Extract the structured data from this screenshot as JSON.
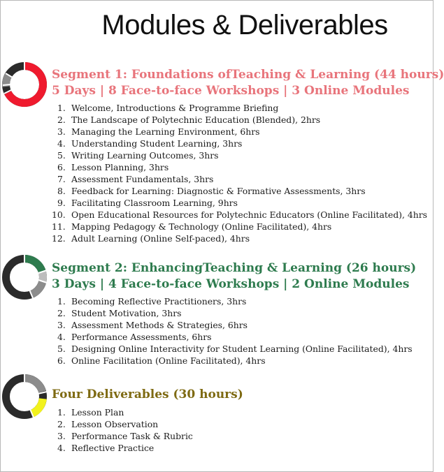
{
  "page_title": "Modules & Deliverables",
  "colors": {
    "segment1": "#e8747b",
    "segment2": "#2e7b4e",
    "deliverables": "#7e6a12",
    "donut_dark": "#2b2b2b",
    "donut_gray": "#8c8c8c",
    "donut_light": "#bdbdbd",
    "donut_red": "#ef1a2e",
    "donut_green": "#2e7b4e",
    "donut_yellow": "#f2f21d"
  },
  "segment1": {
    "heading_line1": "Segment 1: Foundations ofTeaching & Learning (44 hours)",
    "heading_line2": "5 Days | 8 Face-to-face Workshops | 3 Online Modules",
    "items": [
      {
        "num": "1.",
        "text": "Welcome, Introductions & Programme Briefing"
      },
      {
        "num": "2.",
        "text": "The Landscape of Polytechnic Education (Blended), 2hrs"
      },
      {
        "num": "3.",
        "text": "Managing the Learning Environment, 6hrs"
      },
      {
        "num": "4.",
        "text": "Understanding Student Learning, 3hrs"
      },
      {
        "num": "5.",
        "text": "Writing Learning Outcomes, 3hrs"
      },
      {
        "num": "6.",
        "text": "Lesson Planning, 3hrs"
      },
      {
        "num": "7.",
        "text": "Assessment Fundamentals, 3hrs"
      },
      {
        "num": "8.",
        "text": "Feedback for Learning: Diagnostic & Formative Assessments, 3hrs"
      },
      {
        "num": "9.",
        "text": "Facilitating Classroom Learning, 9hrs"
      },
      {
        "num": "10.",
        "text": "Open Educational Resources for Polytechnic Educators (Online Facilitated), 4hrs"
      },
      {
        "num": "11.",
        "text": "Mapping Pedagogy & Technology (Online Facilitated), 4hrs"
      },
      {
        "num": "12.",
        "text": "Adult Learning (Online Self-paced), 4hrs"
      }
    ]
  },
  "segment2": {
    "heading_line1": "Segment 2: EnhancingTeaching & Learning (26 hours)",
    "heading_line2": "3 Days | 4 Face-to-face Workshops | 2 Online Modules",
    "items": [
      {
        "num": "1.",
        "text": "Becoming Reflective Practitioners, 3hrs"
      },
      {
        "num": "2.",
        "text": "Student Motivation, 3hrs"
      },
      {
        "num": "3.",
        "text": "Assessment Methods & Strategies, 6hrs"
      },
      {
        "num": "4.",
        "text": "Performance Assessments, 6hrs"
      },
      {
        "num": "5.",
        "text": "Designing Online Interactivity for Student Learning (Online Facilitated), 4hrs"
      },
      {
        "num": "6.",
        "text": "Online Facilitation (Online Facilitated), 4hrs"
      }
    ]
  },
  "deliverables": {
    "heading": "Four Deliverables (30 hours)",
    "items": [
      {
        "num": "1.",
        "text": "Lesson Plan"
      },
      {
        "num": "2.",
        "text": "Lesson Observation"
      },
      {
        "num": "3.",
        "text": "Performance Task & Rubric"
      },
      {
        "num": "4.",
        "text": "Reflective Practice"
      }
    ]
  }
}
